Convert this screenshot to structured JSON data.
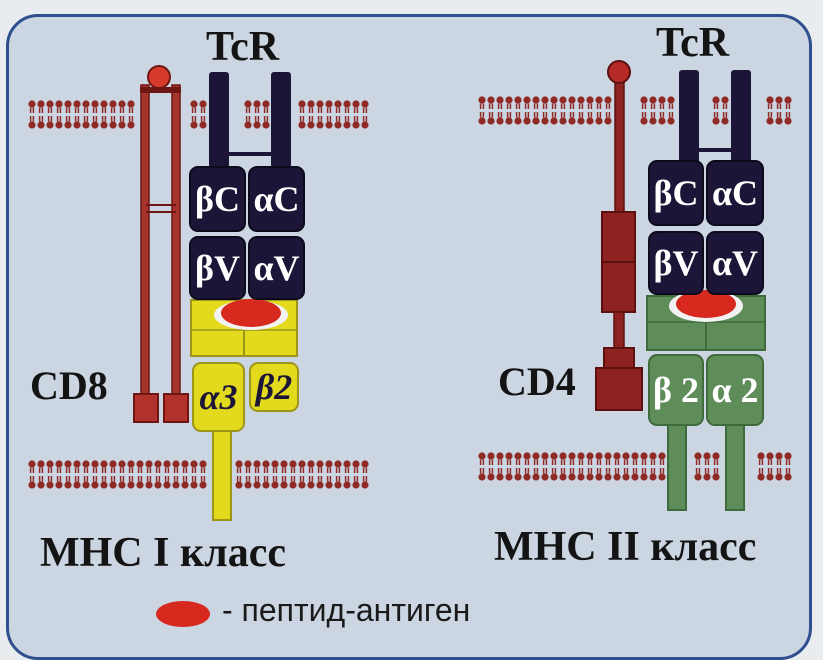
{
  "left_panel": {
    "receptor_label": "TcR",
    "coreceptor_label": "CD8",
    "mhc_label": "MHC I класс",
    "domains": {
      "beta_c": "βC",
      "alpha_c": "αC",
      "beta_v": "βV",
      "alpha_v": "αV",
      "alpha3": "α3",
      "beta2": "β2"
    }
  },
  "right_panel": {
    "receptor_label": "TcR",
    "coreceptor_label": "CD4",
    "mhc_label": "MHC II класс",
    "domains": {
      "beta_c": "βC",
      "alpha_c": "αC",
      "beta_v": "βV",
      "alpha_v": "αV",
      "beta2": "β 2",
      "alpha2": "α 2"
    }
  },
  "legend": {
    "text": "- пептид-антиген"
  },
  "colors": {
    "frame_border": "#2f4f8f",
    "background": "#ccd5e2",
    "tcr": "#1d1537",
    "mhc1": "#e3da1e",
    "mhc2": "#5e8d5a",
    "coreceptor": "#8e2221",
    "peptide": "#d8291f",
    "lipid": "#8f2a24"
  }
}
